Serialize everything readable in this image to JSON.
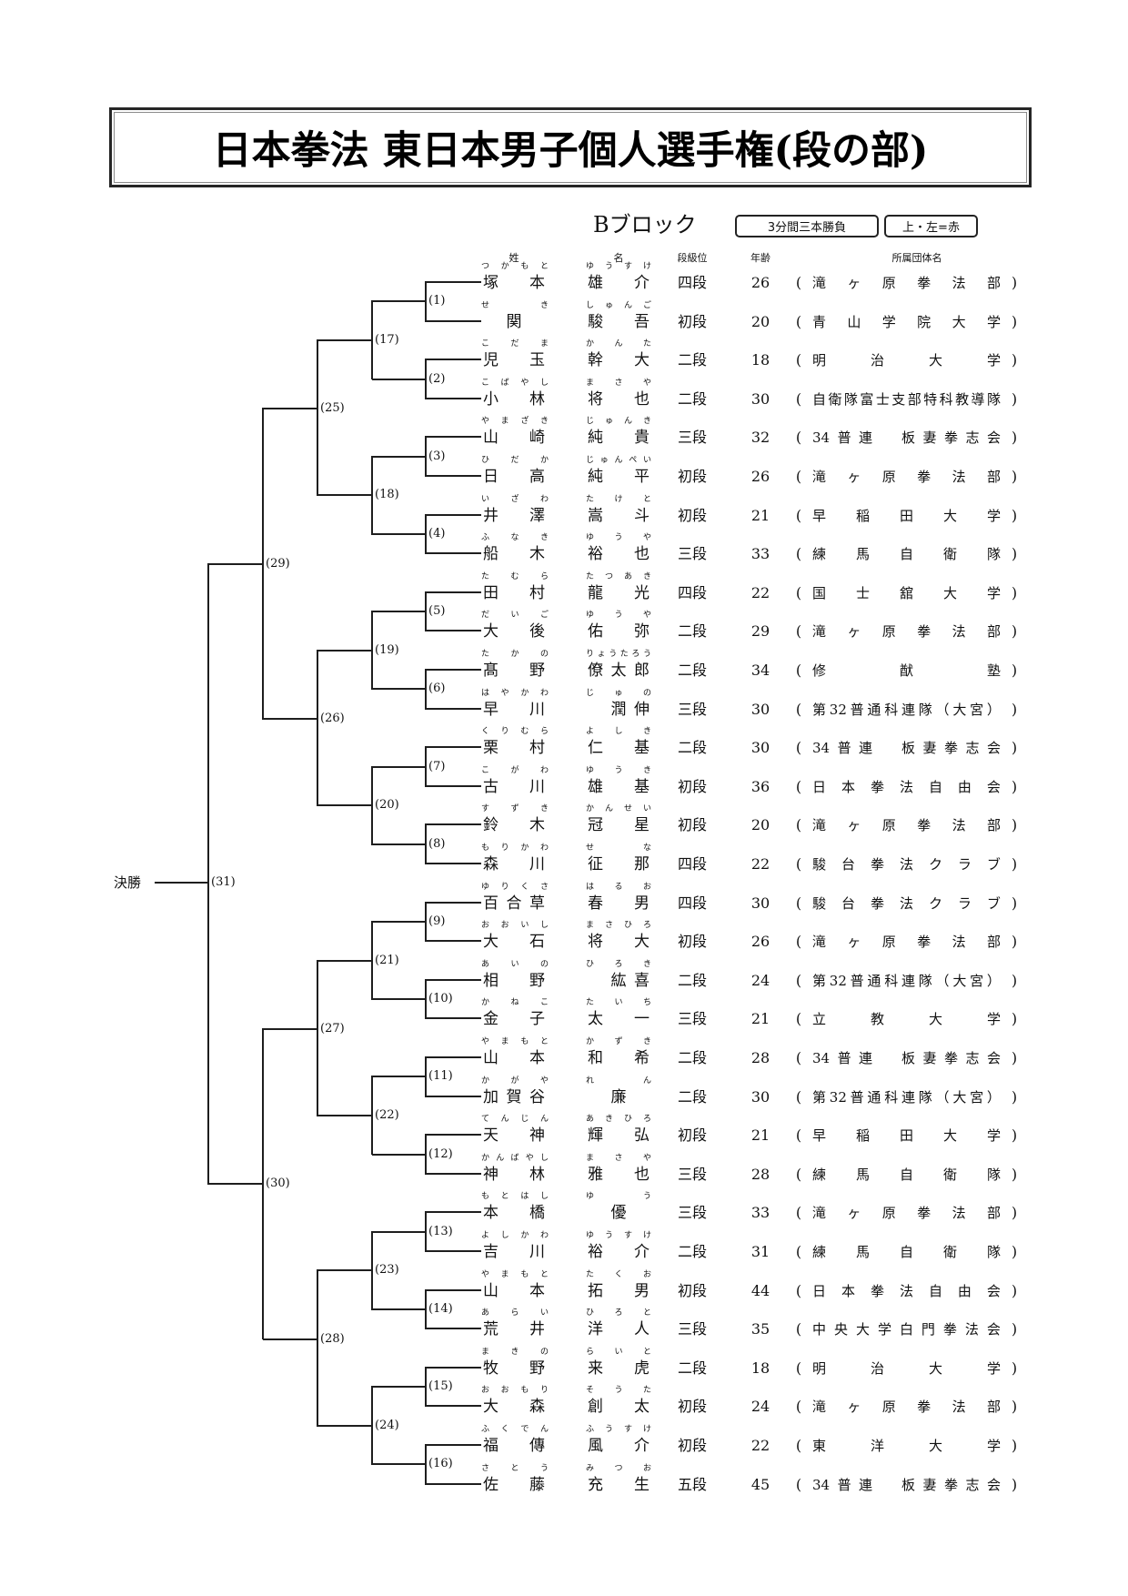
{
  "title": "日本拳法 東日本男子個人選手権(段の部)",
  "block": "Bブロック",
  "rules": {
    "duration": "3分間三本勝負",
    "color": "上・左=赤"
  },
  "headers": {
    "surname": "姓",
    "given": "名",
    "rank": "段級位",
    "age": "年齢",
    "affiliation": "所属団体名"
  },
  "paren_open": "(",
  "paren_close": ")",
  "final_label": "決勝",
  "matches": {
    "round1": [
      "(1)",
      "(2)",
      "(3)",
      "(4)",
      "(5)",
      "(6)",
      "(7)",
      "(8)",
      "(9)",
      "(10)",
      "(11)",
      "(12)",
      "(13)",
      "(14)",
      "(15)",
      "(16)"
    ],
    "round2": [
      "(17)",
      "(18)",
      "(19)",
      "(20)",
      "(21)",
      "(22)",
      "(23)",
      "(24)"
    ],
    "round3": [
      "(25)",
      "(26)",
      "(27)",
      "(28)"
    ],
    "round4": [
      "(29)",
      "(30)"
    ],
    "final": "(31)"
  },
  "entries": [
    {
      "surname": "塚本",
      "surname_kana": "つかもと",
      "given": "雄介",
      "given_kana": "ゆうすけ",
      "rank": "四段",
      "age": "26",
      "affiliation": "滝ヶ原拳法部"
    },
    {
      "surname": "関",
      "surname_kana": "せき",
      "given": "駿吾",
      "given_kana": "しゅんご",
      "rank": "初段",
      "age": "20",
      "affiliation": "青山学院大学"
    },
    {
      "surname": "児玉",
      "surname_kana": "こだま",
      "given": "幹大",
      "given_kana": "かんた",
      "rank": "二段",
      "age": "18",
      "affiliation": "明治大学"
    },
    {
      "surname": "小林",
      "surname_kana": "こばやし",
      "given": "将也",
      "given_kana": "まさや",
      "rank": "二段",
      "age": "30",
      "affiliation": "自衛隊富士支部特科教導隊"
    },
    {
      "surname": "山崎",
      "surname_kana": "やまざき",
      "given": "純貴",
      "given_kana": "じゅんき",
      "rank": "三段",
      "age": "32",
      "affiliation": "34普連　板妻拳志会"
    },
    {
      "surname": "日高",
      "surname_kana": "ひだか",
      "given": "純平",
      "given_kana": "じゅんぺい",
      "rank": "初段",
      "age": "26",
      "affiliation": "滝ヶ原拳法部"
    },
    {
      "surname": "井澤",
      "surname_kana": "いざわ",
      "given": "嵩斗",
      "given_kana": "たけと",
      "rank": "初段",
      "age": "21",
      "affiliation": "早稲田大学"
    },
    {
      "surname": "船木",
      "surname_kana": "ふなき",
      "given": "裕也",
      "given_kana": "ゆうや",
      "rank": "三段",
      "age": "33",
      "affiliation": "練馬自衛隊"
    },
    {
      "surname": "田村",
      "surname_kana": "たむら",
      "given": "龍光",
      "given_kana": "たつあき",
      "rank": "四段",
      "age": "22",
      "affiliation": "国士舘大学"
    },
    {
      "surname": "大後",
      "surname_kana": "だいご",
      "given": "佑弥",
      "given_kana": "ゆうや",
      "rank": "二段",
      "age": "29",
      "affiliation": "滝ヶ原拳法部"
    },
    {
      "surname": "髙野",
      "surname_kana": "たかの",
      "given": "僚太郎",
      "given_kana": "りょうたろう",
      "rank": "二段",
      "age": "34",
      "affiliation": "修猷塾"
    },
    {
      "surname": "早川",
      "surname_kana": "はやかわ",
      "given": "　潤伸",
      "given_kana": "じゅの",
      "rank": "三段",
      "age": "30",
      "affiliation": "第32普通科連隊（大宮）"
    },
    {
      "surname": "栗村",
      "surname_kana": "くりむら",
      "given": "仁基",
      "given_kana": "よしき",
      "rank": "二段",
      "age": "30",
      "affiliation": "34普連　板妻拳志会"
    },
    {
      "surname": "古川",
      "surname_kana": "こがわ",
      "given": "雄基",
      "given_kana": "ゆうき",
      "rank": "初段",
      "age": "36",
      "affiliation": "日本拳法自由会"
    },
    {
      "surname": "鈴木",
      "surname_kana": "すずき",
      "given": "冠星",
      "given_kana": "かんせい",
      "rank": "初段",
      "age": "20",
      "affiliation": "滝ヶ原拳法部"
    },
    {
      "surname": "森川",
      "surname_kana": "もりかわ",
      "given": "征那",
      "given_kana": "せな",
      "rank": "四段",
      "age": "22",
      "affiliation": "駿台拳法クラブ"
    },
    {
      "surname": "百合草",
      "surname_kana": "ゆりくさ",
      "given": "春男",
      "given_kana": "はるお",
      "rank": "四段",
      "age": "30",
      "affiliation": "駿台拳法クラブ"
    },
    {
      "surname": "大石",
      "surname_kana": "おおいし",
      "given": "将大",
      "given_kana": "まさひろ",
      "rank": "初段",
      "age": "26",
      "affiliation": "滝ヶ原拳法部"
    },
    {
      "surname": "相野",
      "surname_kana": "あいの",
      "given": "　紘喜",
      "given_kana": "ひろき",
      "rank": "二段",
      "age": "24",
      "affiliation": "第32普通科連隊（大宮）"
    },
    {
      "surname": "金子",
      "surname_kana": "かねこ",
      "given": "太一",
      "given_kana": "たいち",
      "rank": "三段",
      "age": "21",
      "affiliation": "立教大学"
    },
    {
      "surname": "山本",
      "surname_kana": "やまもと",
      "given": "和希",
      "given_kana": "かずき",
      "rank": "二段",
      "age": "28",
      "affiliation": "34普連　板妻拳志会"
    },
    {
      "surname": "加賀谷",
      "surname_kana": "かがや",
      "given": "廉",
      "given_kana": "れん",
      "rank": "二段",
      "age": "30",
      "affiliation": "第32普通科連隊（大宮）"
    },
    {
      "surname": "天神",
      "surname_kana": "てんじん",
      "given": "輝弘",
      "given_kana": "あきひろ",
      "rank": "初段",
      "age": "21",
      "affiliation": "早稲田大学"
    },
    {
      "surname": "神林",
      "surname_kana": "かんばやし",
      "given": "雅也",
      "given_kana": "まさや",
      "rank": "三段",
      "age": "28",
      "affiliation": "練馬自衛隊"
    },
    {
      "surname": "本橋",
      "surname_kana": "もとはし",
      "given": "優",
      "given_kana": "ゆう",
      "rank": "三段",
      "age": "33",
      "affiliation": "滝ヶ原拳法部"
    },
    {
      "surname": "吉川",
      "surname_kana": "よしかわ",
      "given": "裕介",
      "given_kana": "ゆうすけ",
      "rank": "二段",
      "age": "31",
      "affiliation": "練馬自衛隊"
    },
    {
      "surname": "山本",
      "surname_kana": "やまもと",
      "given": "拓男",
      "given_kana": "たくお",
      "rank": "初段",
      "age": "44",
      "affiliation": "日本拳法自由会"
    },
    {
      "surname": "荒井",
      "surname_kana": "あらい",
      "given": "洋人",
      "given_kana": "ひろと",
      "rank": "三段",
      "age": "35",
      "affiliation": "中央大学白門拳法会"
    },
    {
      "surname": "牧野",
      "surname_kana": "まきの",
      "given": "来虎",
      "given_kana": "らいと",
      "rank": "二段",
      "age": "18",
      "affiliation": "明治大学"
    },
    {
      "surname": "大森",
      "surname_kana": "おおもり",
      "given": "創太",
      "given_kana": "そうた",
      "rank": "初段",
      "age": "24",
      "affiliation": "滝ヶ原拳法部"
    },
    {
      "surname": "福傳",
      "surname_kana": "ふくでん",
      "given": "風介",
      "given_kana": "ふうすけ",
      "rank": "初段",
      "age": "22",
      "affiliation": "東洋大学"
    },
    {
      "surname": "佐藤",
      "surname_kana": "さとう",
      "given": "充生",
      "given_kana": "みつお",
      "rank": "五段",
      "age": "45",
      "affiliation": "34普連　板妻拳志会"
    }
  ]
}
